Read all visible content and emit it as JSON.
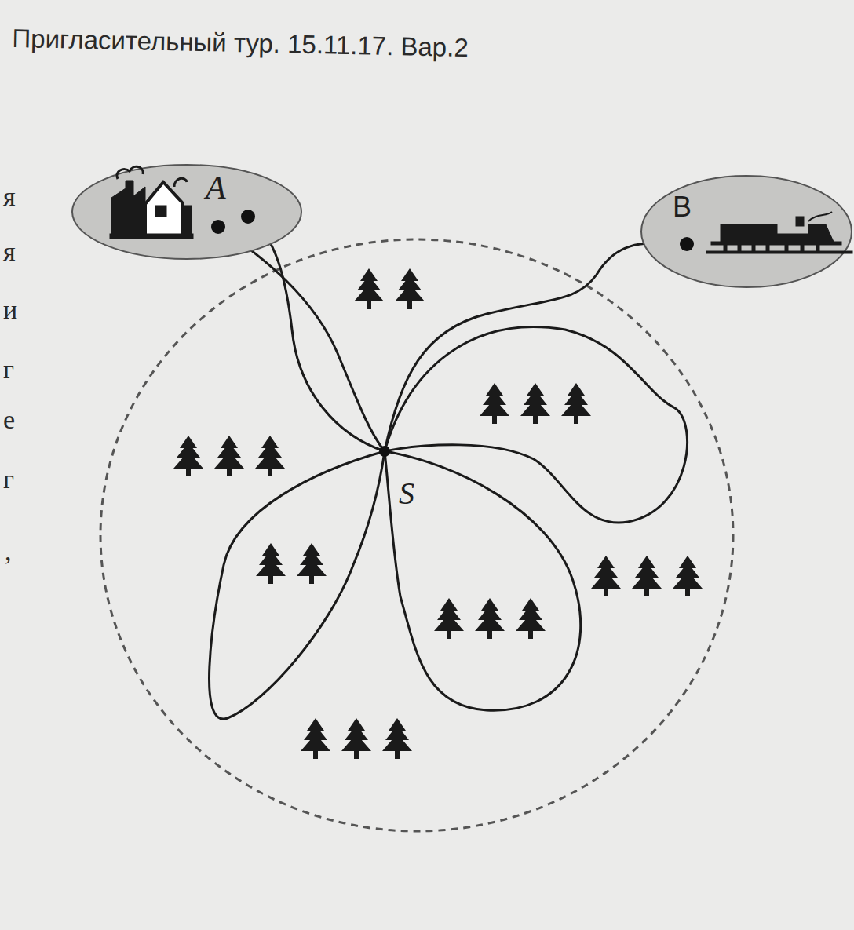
{
  "diagram": {
    "title": "Пригласительный тур. 15.11.17. Вар.2",
    "nodes": [
      {
        "text": [
          "A"
        ]
      },
      {
        "text": [
          "B"
        ]
      },
      {
        "text": [
          "S"
        ]
      }
    ],
    "edges": [
      {
        "from": 0,
        "to": 2,
        "arrow": "none"
      },
      {
        "from": 0,
        "to": 2,
        "arrow": "none"
      },
      {
        "from": 2,
        "to": 1,
        "arrow": "none"
      }
    ],
    "labels": [
      "я",
      "я",
      "и",
      "г",
      "е",
      "г",
      ","
    ]
  }
}
